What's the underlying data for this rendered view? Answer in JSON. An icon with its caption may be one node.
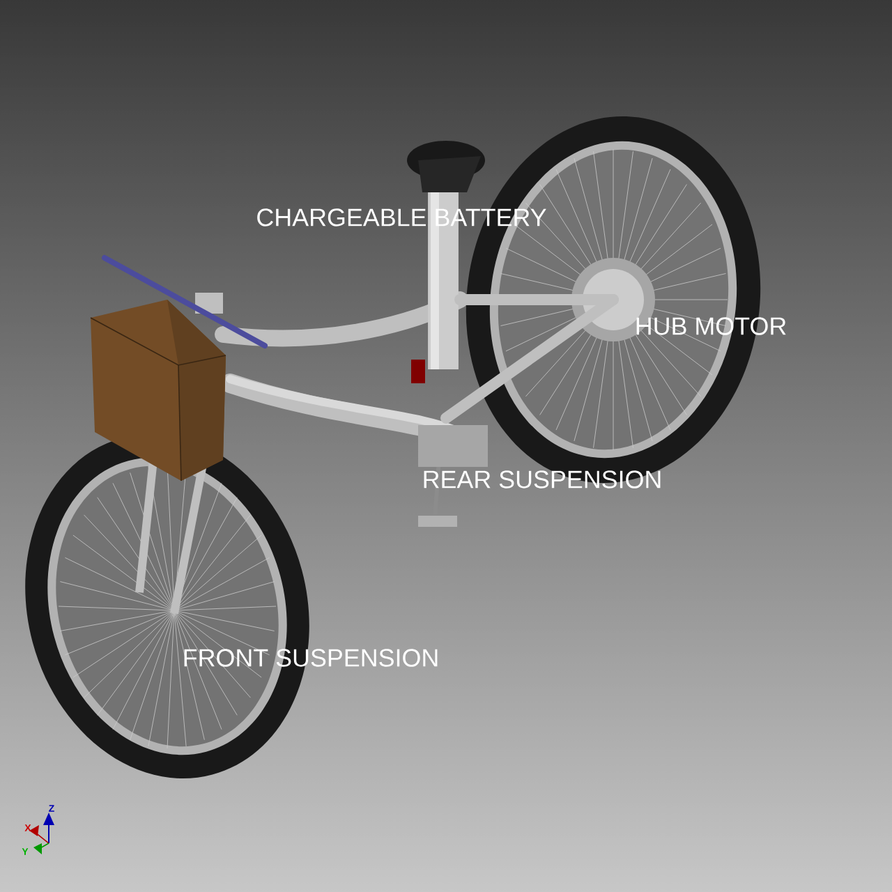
{
  "diagram": {
    "labels": [
      "CHARGEABLE BATTERY",
      "HUB MOTOR",
      "REAR SUSPENSION",
      "FRONT SUSPENSION",
      "Z",
      "X",
      "Y"
    ]
  }
}
